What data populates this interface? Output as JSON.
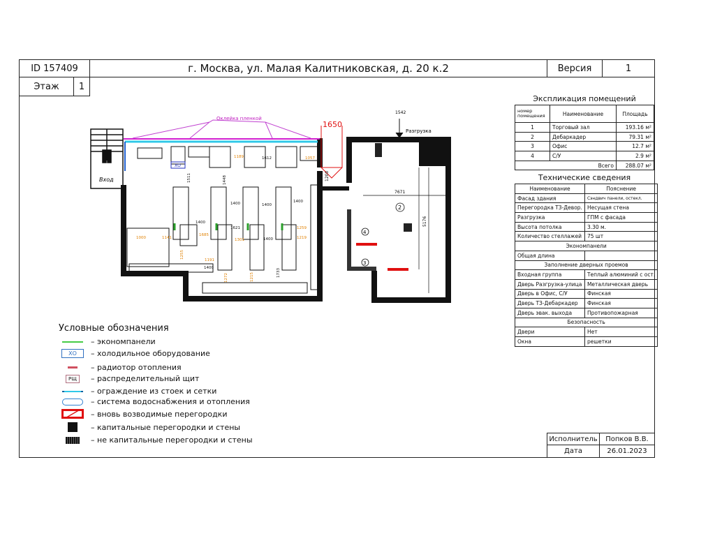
{
  "header": {
    "id": "ID 157409",
    "address": "г. Москва, ул. Малая Калитниковская, д. 20 к.2",
    "version_label": "Версия",
    "version_value": "1",
    "floor_label": "Этаж",
    "floor_value": "1"
  },
  "explication": {
    "title": "Экспликация помещений",
    "headers": [
      "номер помещения",
      "Наименование",
      "Площадь"
    ],
    "rows": [
      {
        "n": "1",
        "name": "Торговый зал",
        "area": "193.16 м²"
      },
      {
        "n": "2",
        "name": "Дебаркадер",
        "area": "79.31 м²"
      },
      {
        "n": "3",
        "name": "Офис",
        "area": "12.7 м²"
      },
      {
        "n": "4",
        "name": "С/У",
        "area": "2.9 м²"
      }
    ],
    "total_label": "Всего",
    "total_value": "288.07 м²"
  },
  "tech": {
    "title": "Технические сведения",
    "headers": [
      "Наименование",
      "Пояснение"
    ],
    "rows": [
      [
        "Фасад здания",
        "Сэндвич панели, остекл."
      ],
      [
        "Перегородка ТЗ-Девор.",
        "Несущая стена"
      ],
      [
        "Разгрузка",
        "ГПМ с фасада"
      ],
      [
        "Высота потолка",
        "3.30 м."
      ],
      [
        "Количество стеллажей",
        "75 шт"
      ]
    ],
    "section_econ": "Экономпанели",
    "econ_rows": [
      [
        "Общая длина",
        ""
      ]
    ],
    "section_doors": "Заполнение дверных проемов",
    "door_rows": [
      [
        "Входная группа",
        "Теплый алюминий с ост."
      ],
      [
        "Дверь Разгрузка-улица",
        "Металлическая дверь"
      ],
      [
        "Дверь в Офис, С/У",
        "Финская"
      ],
      [
        "Дверь ТЗ-Дебаркадер",
        "Финская"
      ],
      [
        "Дверь эвак. выхода",
        "Противопожарная"
      ]
    ],
    "section_security": "Безопасность",
    "security_rows": [
      [
        "Двери",
        "Нет"
      ],
      [
        "Окна",
        "решетки"
      ]
    ]
  },
  "legend": {
    "title": "Условные обозначения",
    "items": [
      "– экономпанели",
      "– холодильное оборудование",
      "– радиотор отопления",
      "– распределительный щит",
      "– ограждение из стоек и сетки",
      "– система водоснабжения и отопления",
      "– вновь возводимые перегородки",
      "– капитальные перегородки и стены",
      "– не капитальные перегородки и стены"
    ],
    "xo": "ХО",
    "rsch": "РЩ"
  },
  "footer": {
    "executor_label": "Исполнитель",
    "executor": "Попков В.В.",
    "date_label": "Дата",
    "date": "26.01.2023"
  },
  "plan": {
    "film": "Оклейка пленкой",
    "entrance": "Вход",
    "unload": "Разгрузка",
    "xo": "ХО",
    "d1650": "1650",
    "d1542": "1542",
    "d7671": "7671",
    "d1200": "1200",
    "d5176": "5176",
    "room2": "2",
    "room3": "3",
    "room4": "4",
    "dims": [
      "1511",
      "1448",
      "1612",
      "1189",
      "1057",
      "1400",
      "1400",
      "1400",
      "1400",
      "1621",
      "1685",
      "1301",
      "1400",
      "1141",
      "1000",
      "1219",
      "1259",
      "1255",
      "1191",
      "1400",
      "1272",
      "1215",
      "1733"
    ]
  }
}
